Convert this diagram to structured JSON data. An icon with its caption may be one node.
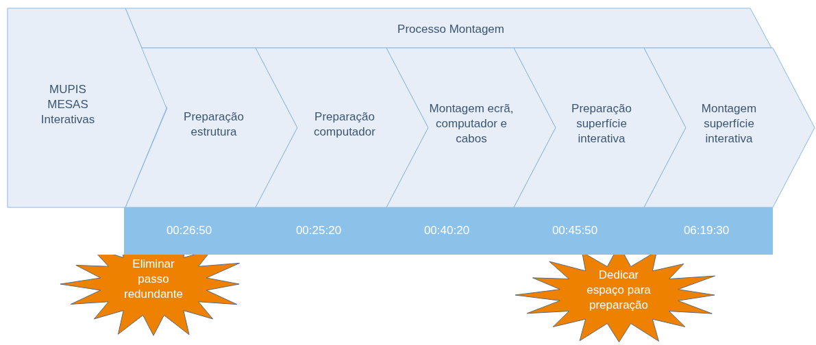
{
  "diagram": {
    "nodes": [
      {
        "text": [
          "MUPIS MESAS Interativas"
        ]
      },
      {
        "text": [
          "Processo Montagem"
        ]
      },
      {
        "text": [
          "Preparação estrutura"
        ]
      },
      {
        "text": [
          "Preparação computador"
        ]
      },
      {
        "text": [
          "Montagem ecrã, computador e cabos"
        ]
      },
      {
        "text": [
          "Preparação superfície interativa"
        ]
      },
      {
        "text": [
          "Montagem superfície interativa"
        ]
      },
      {
        "text": [
          "00:26:50",
          "00:25:20",
          "00:40:20",
          "00:45:50",
          "06:19:30"
        ]
      },
      {
        "text": [
          "Eliminar passo redundante"
        ]
      },
      {
        "text": [
          "Dedicar espaço para preparação"
        ]
      }
    ]
  }
}
